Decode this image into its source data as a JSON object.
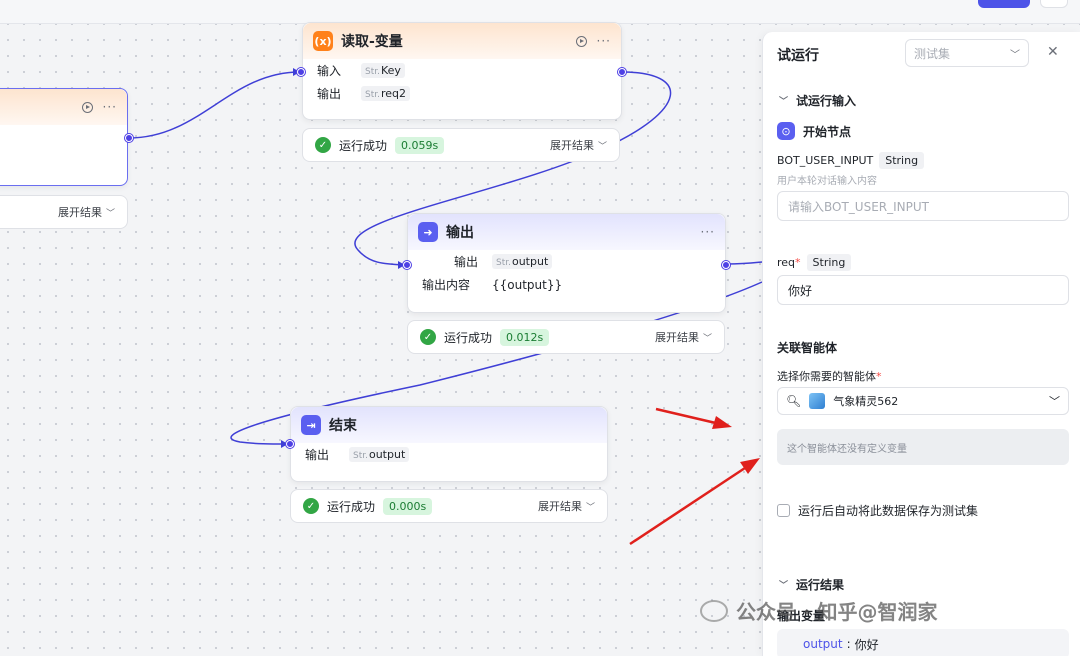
{
  "nodes": {
    "read_variable": {
      "title": "读取-变量",
      "icon": "variable-icon",
      "rows": [
        {
          "label": "输入",
          "type_prefix": "Str.",
          "value": "Key"
        },
        {
          "label": "输出",
          "type_prefix": "Str.",
          "value": "req2"
        }
      ],
      "result": {
        "status": "运行成功",
        "time": "0.059s",
        "expand": "展开结果"
      }
    },
    "left_partial": {
      "result": {
        "expand": "展开结果"
      }
    },
    "output": {
      "title": "输出",
      "icon": "output-icon",
      "rows": [
        {
          "label": "输出",
          "type_prefix": "Str.",
          "value": "output"
        },
        {
          "label": "输出内容",
          "value": "{{output}}"
        }
      ],
      "result": {
        "status": "运行成功",
        "time": "0.012s",
        "expand": "展开结果"
      }
    },
    "end": {
      "title": "结束",
      "icon": "end-icon",
      "rows": [
        {
          "label": "输出",
          "type_prefix": "Str.",
          "value": "output"
        }
      ],
      "result": {
        "status": "运行成功",
        "time": "0.000s",
        "expand": "展开结果"
      }
    }
  },
  "panel": {
    "title": "试运行",
    "testset_placeholder": "测试集",
    "input_section": "试运行输入",
    "start_node": "开始节点",
    "fields": [
      {
        "name": "BOT_USER_INPUT",
        "type": "String",
        "hint": "用户本轮对话输入内容",
        "placeholder": "请输入BOT_USER_INPUT"
      },
      {
        "name": "req",
        "required_mark": "*",
        "type": "String",
        "value": "你好"
      }
    ],
    "agent": {
      "section": "关联智能体",
      "select_label": "选择你需要的智能体",
      "required_mark": "*",
      "selected": "气象精灵562",
      "empty_note": "这个智能体还没有定义变量"
    },
    "save_checkbox": "运行后自动将此数据保存为测试集",
    "result_section": "运行结果",
    "output_label": "输出变量",
    "output_key": "output",
    "output_value": "你好"
  },
  "watermark": "公众号 · 知乎@智润家",
  "colors": {
    "accent": "#4d53e8",
    "edge": "#3f3fd6",
    "success": "#32a645",
    "arrow": "#e0201c"
  }
}
